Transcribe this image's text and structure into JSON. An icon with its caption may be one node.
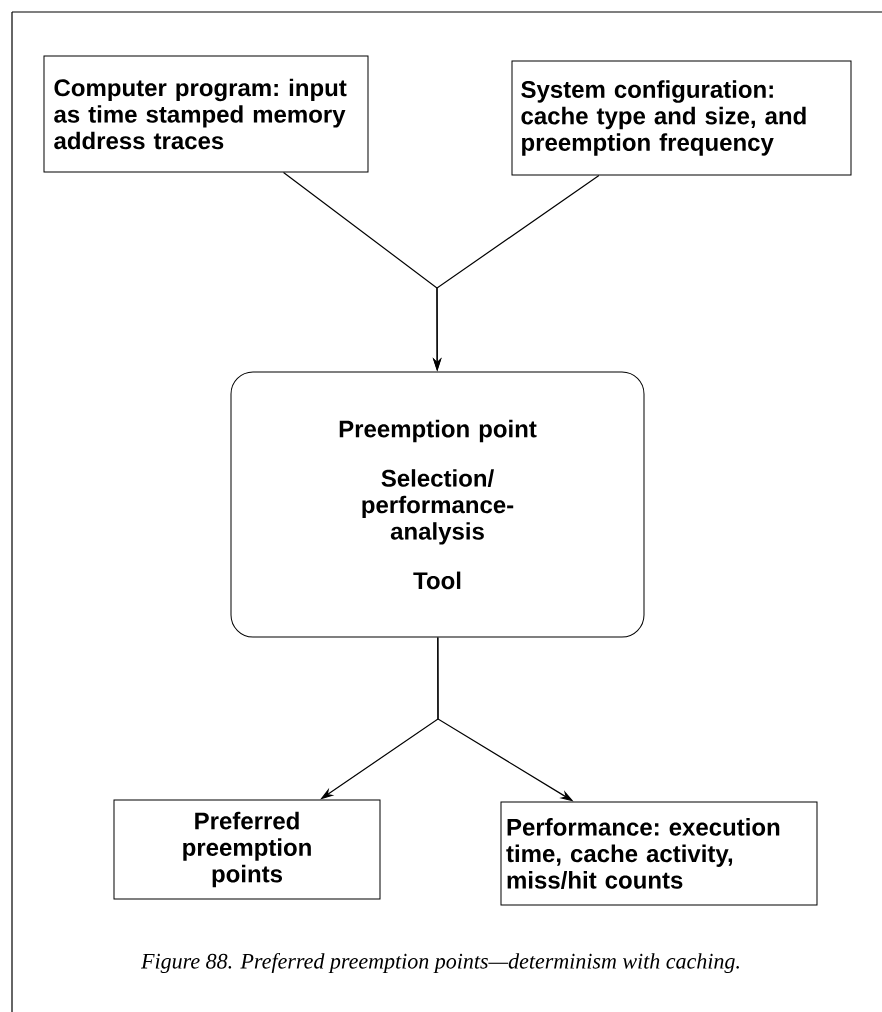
{
  "diagram": {
    "caption": "Figure 88.  Preferred preemption points—determinism with caching.",
    "nodes": [
      {
        "text": [
          "Computer program: input as time stamped memory address traces"
        ]
      },
      {
        "text": [
          "System configuration: cache type and size, and preemption frequency"
        ]
      },
      {
        "text": [
          "Preemption point",
          "Selection/ performance-analysis",
          "Tool"
        ]
      },
      {
        "text": [
          "Preferred preemption points"
        ]
      },
      {
        "text": [
          "Performance: execution time, cache activity, miss/hit counts"
        ]
      }
    ],
    "edges": [
      {
        "from": 0,
        "to": 2,
        "arrow": "to"
      },
      {
        "from": 1,
        "to": 2,
        "arrow": "to"
      },
      {
        "from": 2,
        "to": 3,
        "arrow": "to"
      },
      {
        "from": 2,
        "to": 4,
        "arrow": "to"
      }
    ]
  }
}
